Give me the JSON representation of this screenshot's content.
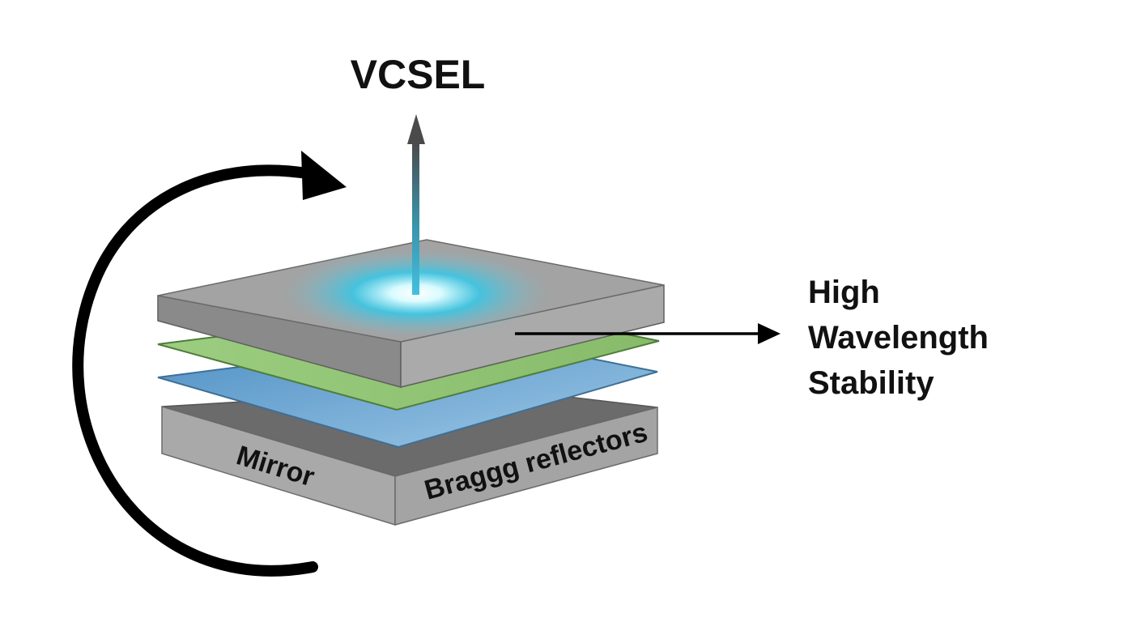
{
  "diagram": {
    "title": "VCSEL",
    "side_label": {
      "line1": "High",
      "line2": "Wavelength",
      "line3": "Stability"
    },
    "base_labels": {
      "front": "Mirror",
      "side": "Braggg reflectors"
    },
    "colors": {
      "top_plate": "#a3a3a3",
      "top_plate_edge": "#808080",
      "green_layer": "#8dbf6e",
      "blue_layer": "#6aaad4",
      "base_top": "#6b6b6b",
      "base_side": "#a8a8a8",
      "glow": "#35c8e8",
      "beam": "#42b8d6",
      "arrow": "#000000"
    },
    "icons": [
      "rotation-arrow-icon",
      "emission-arrow-icon",
      "pointer-arrow-icon"
    ]
  }
}
